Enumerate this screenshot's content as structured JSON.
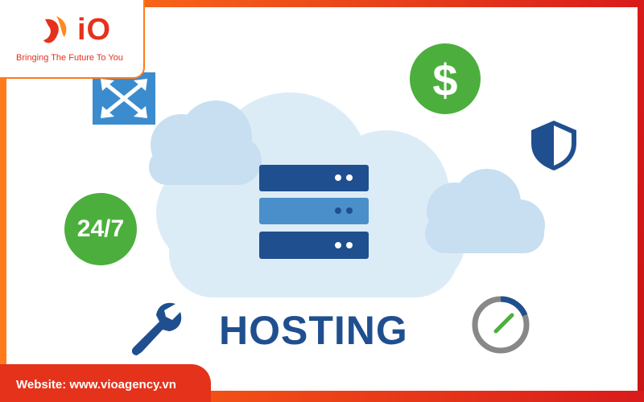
{
  "brand": {
    "logo_text": "iO",
    "tagline": "Bringing The Future To You",
    "accent_color": "#e5321b",
    "border_color": "#ff7a1a"
  },
  "hero": {
    "title": "HOSTING",
    "title_color": "#1f4f8f",
    "badge_247": "24/7"
  },
  "icons": [
    "network-expand-icon",
    "dollar-icon",
    "shield-icon",
    "cloud-icon",
    "server-stack-icon",
    "wrench-icon",
    "speedometer-icon"
  ],
  "footer": {
    "website_text": "Website: www.vioagency.vn"
  }
}
